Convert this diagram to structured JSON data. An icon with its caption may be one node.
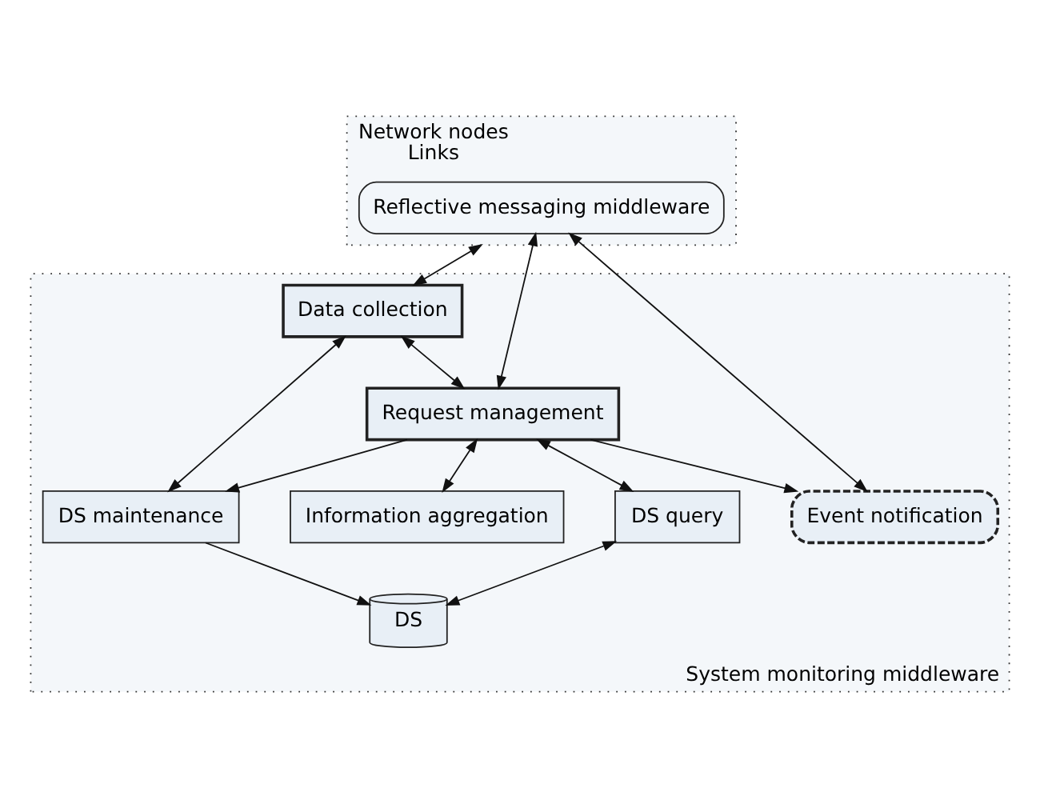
{
  "diagram": {
    "nodes": [
      {
        "text": [
          "Network nodes",
          "Links"
        ]
      },
      {
        "text": [
          "Reflective messaging middleware"
        ],
        "in": 0
      },
      {
        "text": [
          "System monitoring middleware"
        ]
      },
      {
        "text": [
          "Data collection"
        ],
        "in": 2
      },
      {
        "text": [
          "Request management"
        ],
        "in": 2
      },
      {
        "text": [
          "Event notification"
        ],
        "in": 2
      },
      {
        "text": [
          "DS maintenance"
        ],
        "in": 2
      },
      {
        "text": [
          "DS query"
        ],
        "in": 2
      },
      {
        "text": [
          "Information aggregation"
        ],
        "in": 2
      },
      {
        "text": [
          "DS"
        ],
        "in": 2
      }
    ],
    "edges": [
      {
        "from": 0,
        "to": 3,
        "arrow": "both"
      },
      {
        "from": 1,
        "to": 4,
        "arrow": "both"
      },
      {
        "from": 1,
        "to": 5,
        "arrow": "both"
      },
      {
        "from": 3,
        "to": 4,
        "arrow": "both"
      },
      {
        "from": 4,
        "to": 5,
        "arrow": "to"
      },
      {
        "from": 3,
        "to": 6,
        "arrow": "both"
      },
      {
        "from": 4,
        "to": 6,
        "arrow": "to"
      },
      {
        "from": 4,
        "to": 7,
        "arrow": "both"
      },
      {
        "from": 4,
        "to": 8,
        "arrow": "both"
      },
      {
        "from": 6,
        "to": 9,
        "arrow": "to"
      },
      {
        "from": 7,
        "to": 9,
        "arrow": "both"
      }
    ]
  }
}
